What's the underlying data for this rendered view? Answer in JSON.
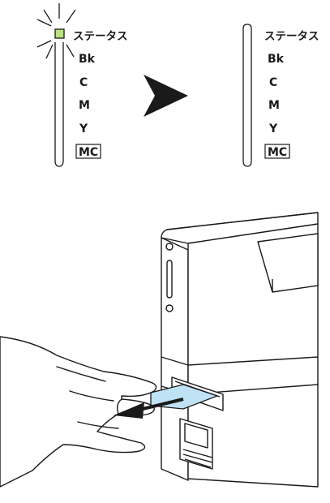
{
  "panel_before": {
    "labels": {
      "status": "ステータス",
      "bk": "Bk",
      "c": "C",
      "m": "M",
      "y": "Y",
      "mc": "MC"
    },
    "status_led": "blinking",
    "led_color": "#b9e27a"
  },
  "panel_after": {
    "labels": {
      "status": "ステータス",
      "bk": "Bk",
      "c": "C",
      "m": "M",
      "y": "Y",
      "mc": "MC"
    },
    "status_led": "off"
  },
  "transition_icon": "arrowhead-right-icon",
  "illustration": {
    "card_color": "#bfe3f5",
    "pull_direction": "left",
    "icons": [
      "printer-icon",
      "hand-icon",
      "card-icon",
      "pull-arrow-icon"
    ]
  }
}
